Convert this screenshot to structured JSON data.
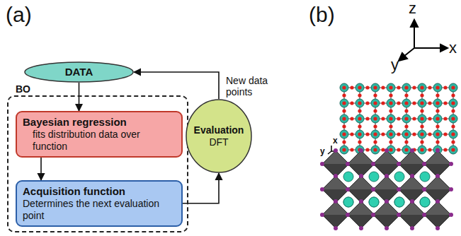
{
  "diagram": {
    "nodes": [
      {
        "text": [
          "DATA"
        ]
      },
      {
        "text": [
          "BO"
        ]
      },
      {
        "text": [
          "Bayesian regression",
          "fits distribution data over function"
        ],
        "in": 1
      },
      {
        "text": [
          "Acquisition function",
          "Determines the next evaluation point"
        ],
        "in": 1
      },
      {
        "text": [
          "Evaluation",
          "DFT"
        ]
      }
    ],
    "edges": [
      {
        "from": 0,
        "to": 2,
        "arrow": "to"
      },
      {
        "from": 2,
        "to": 3,
        "arrow": "to"
      },
      {
        "from": 3,
        "to": 4,
        "arrow": "to"
      },
      {
        "from": 4,
        "to": 0,
        "arrow": "to",
        "label": "New data points"
      }
    ],
    "labels": [
      "(a)",
      "(b)",
      "z",
      "x",
      "y",
      "y",
      "x"
    ]
  }
}
